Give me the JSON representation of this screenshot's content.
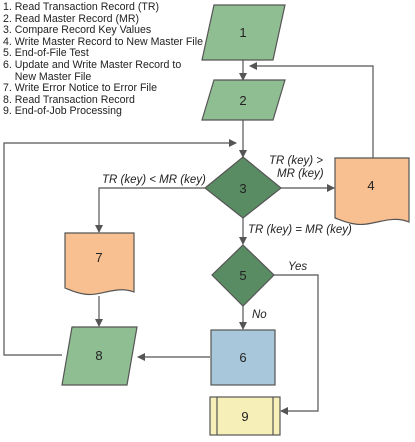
{
  "steps": [
    "1. Read Transaction Record (TR)",
    "2. Read Master Record (MR)",
    "3. Compare Record Key Values",
    "4. Write Master Record to New Master File",
    "5. End-of-File Test",
    "6. Update and Write Master Record to",
    "    New Master File",
    "7. Write Error Notice to Error File",
    "8. Read Transaction Record",
    "9. End-of-Job Processing"
  ],
  "nodes": {
    "n1": "1",
    "n2": "2",
    "n3": "3",
    "n4": "4",
    "n5": "5",
    "n6": "6",
    "n7": "7",
    "n8": "8",
    "n9": "9"
  },
  "edge_labels": {
    "tr_less_mr": "TR (key) < MR (key)",
    "tr_greater_mr_line1": "TR (key) >",
    "tr_greater_mr_line2": "MR (key)",
    "tr_equal_mr": "TR (key) = MR (key)",
    "yes": "Yes",
    "no": "No"
  },
  "colors": {
    "io_parallelogram": "#90BE93",
    "decision_diamond": "#5A8C63",
    "document": "#F8C090",
    "process": "#A9C7DB",
    "predefined_process": "#F6F0B8",
    "stroke": "#555555"
  }
}
